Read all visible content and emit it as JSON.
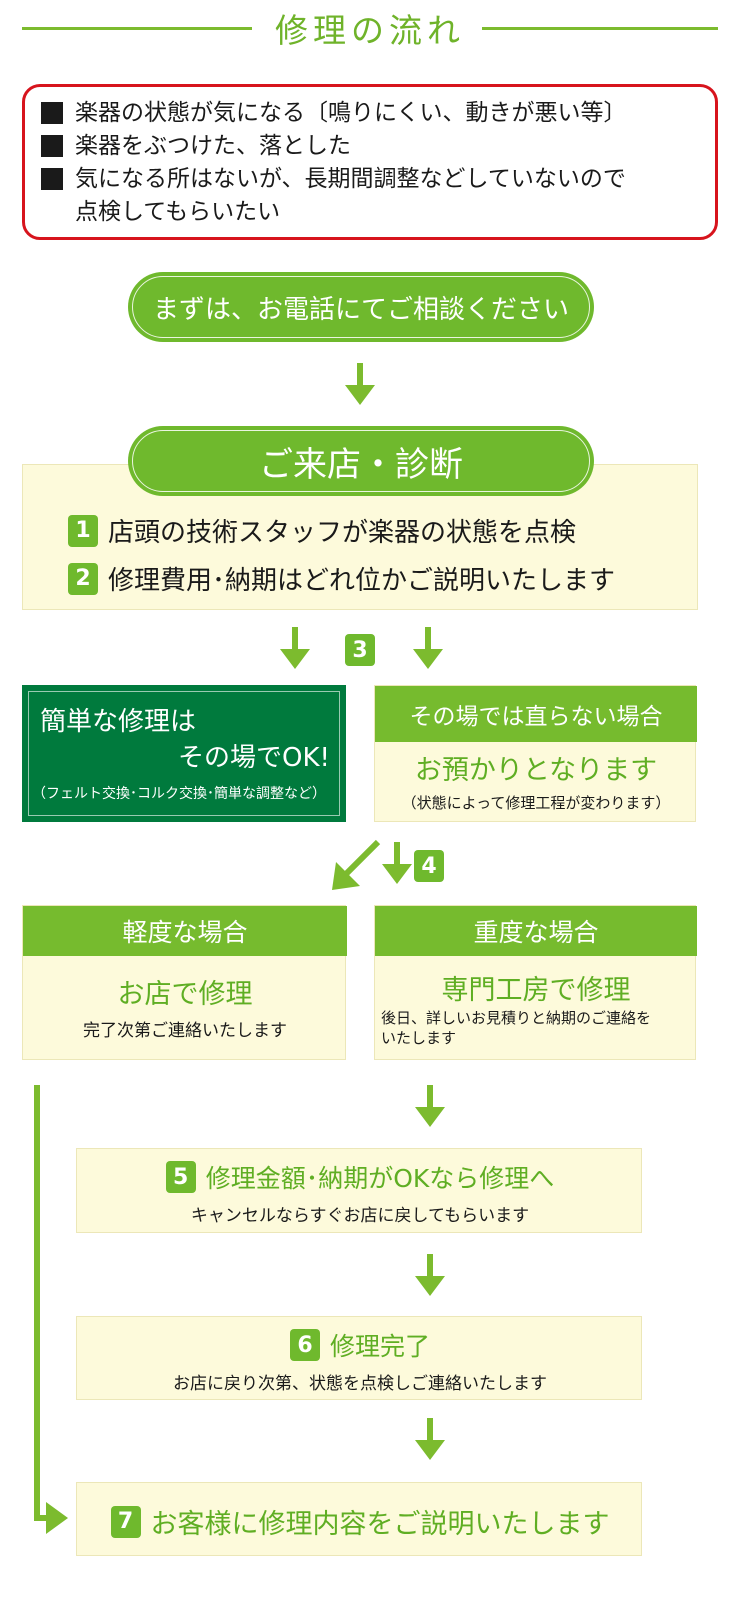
{
  "header": {
    "title": "修理の流れ"
  },
  "symptoms": [
    "楽器の状態が気になる〔鳴りにくい、動きが悪い等〕",
    "楽器をぶつけた、落とした",
    "気になる所はないが、長期間調整などしていないので\n点検してもらいたい"
  ],
  "call": {
    "label": "まずは、お電話にてご相談ください"
  },
  "visit": {
    "label": "ご来店・診断",
    "steps": [
      {
        "num": "1",
        "text": "店頭の技術スタッフが楽器の状態を点検"
      },
      {
        "num": "2",
        "text": "修理費用･納期はどれ位かご説明いたします"
      }
    ]
  },
  "step3": {
    "num": "3",
    "simple": {
      "line1": "簡単な修理は",
      "line2": "その場でOK!",
      "note": "（フェルト交換･コルク交換･簡単な調整など）"
    },
    "notfixed": {
      "header": "その場では直らない場合",
      "main": "お預かりとなります",
      "note": "（状態によって修理工程が変わります）"
    }
  },
  "step4": {
    "num": "4",
    "light": {
      "header": "軽度な場合",
      "main": "お店で修理",
      "note": "完了次第ご連絡いたします"
    },
    "heavy": {
      "header": "重度な場合",
      "main": "専門工房で修理",
      "note": "後日、詳しいお見積りと納期のご連絡を\nいたします"
    }
  },
  "step5": {
    "num": "5",
    "title": "修理金額･納期がOKなら修理へ",
    "note": "キャンセルならすぐお店に戻してもらいます"
  },
  "step6": {
    "num": "6",
    "title": "修理完了",
    "note": "お店に戻り次第、状態を点検しご連絡いたします"
  },
  "step7": {
    "num": "7",
    "title": "お客様に修理内容をご説明いたします"
  },
  "colors": {
    "green": "#6fb92d",
    "dark_green": "#007a3d",
    "red": "#d7141d",
    "cream": "#fdfadb"
  }
}
